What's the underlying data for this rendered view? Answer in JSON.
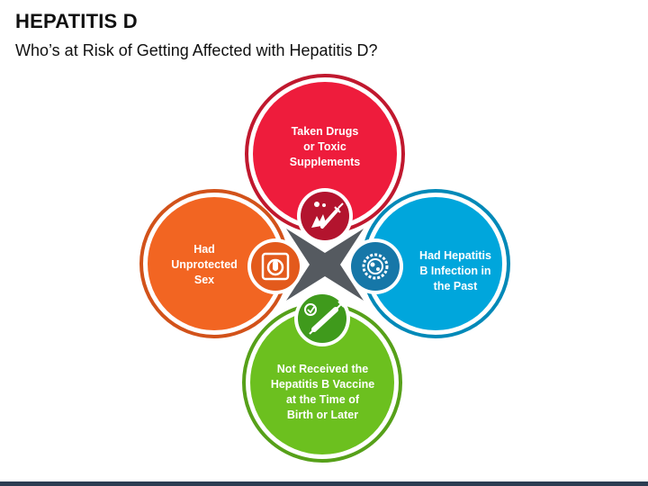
{
  "header": {
    "title": "HEPATITIS D",
    "subtitle": "Who’s at Risk of Getting Affected with Hepatitis D?"
  },
  "petals": {
    "top": {
      "text": "Taken Drugs\nor Toxic\nSupplements",
      "color": "#ee1c3c",
      "ring": "#c0182e",
      "icon": "drugs-syringe-icon"
    },
    "left": {
      "text": "Had\nUnprotected\nSex",
      "color": "#f26522",
      "ring": "#d2521a",
      "icon": "condom-icon"
    },
    "right": {
      "text": "Had Hepatitis\nB Infection in\nthe Past",
      "color": "#00a6dc",
      "ring": "#0089b8",
      "icon": "virus-icon"
    },
    "bottom": {
      "text": "Not Received the\nHepatitis B Vaccine\nat the Time of\nBirth or Later",
      "color": "#6cc01f",
      "ring": "#56a019",
      "icon": "vaccine-syringe-icon"
    }
  },
  "colors": {
    "center_x": "#555a60",
    "footer": "#2c3d52"
  }
}
